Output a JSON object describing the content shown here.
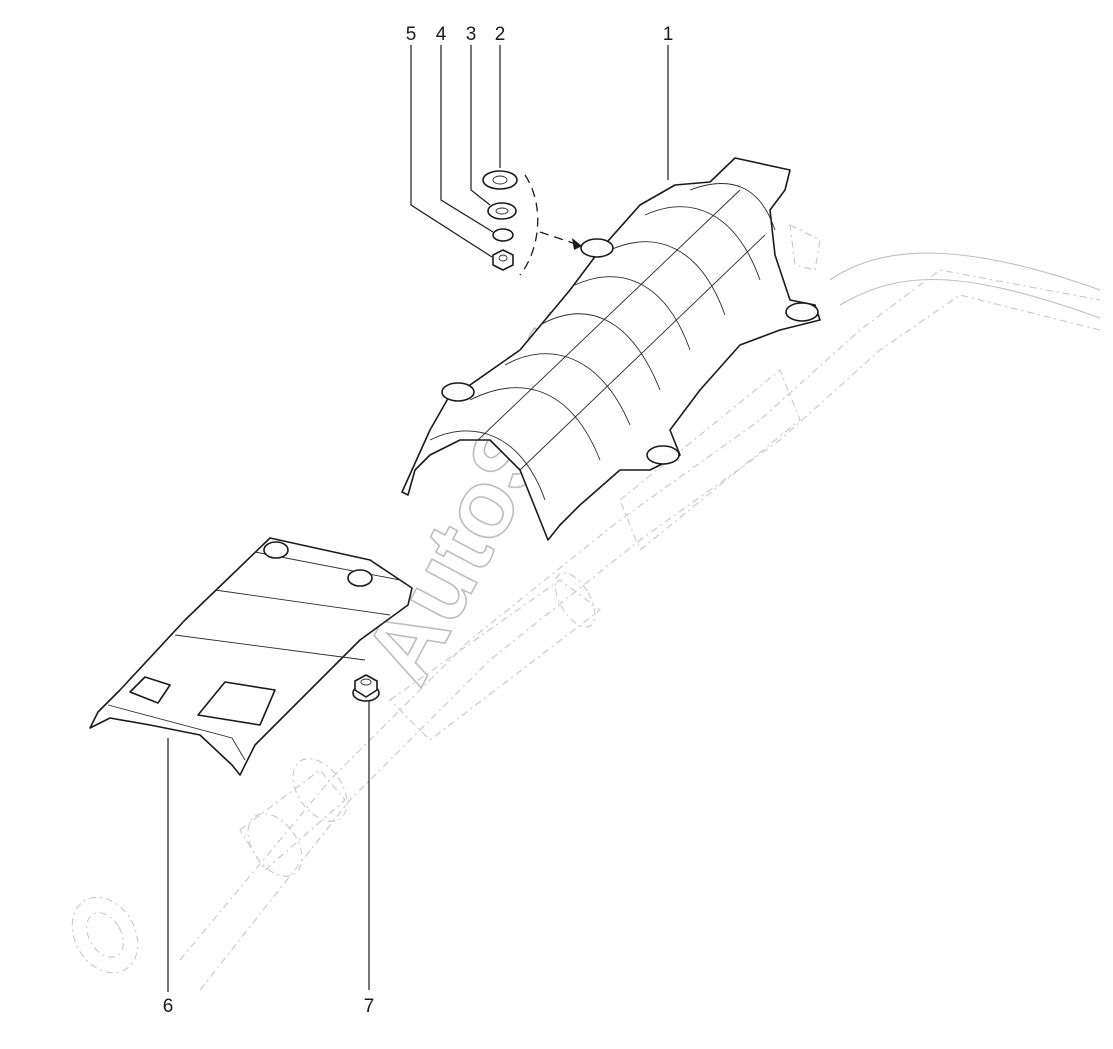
{
  "callouts": [
    "1",
    "2",
    "3",
    "4",
    "5",
    "6",
    "7"
  ],
  "watermark": "AutoSoft",
  "colors": {
    "ink": "#1a1a1a",
    "ghost": "#c8c8c8",
    "watermark": "#bdbdbd",
    "background": "#ffffff"
  }
}
